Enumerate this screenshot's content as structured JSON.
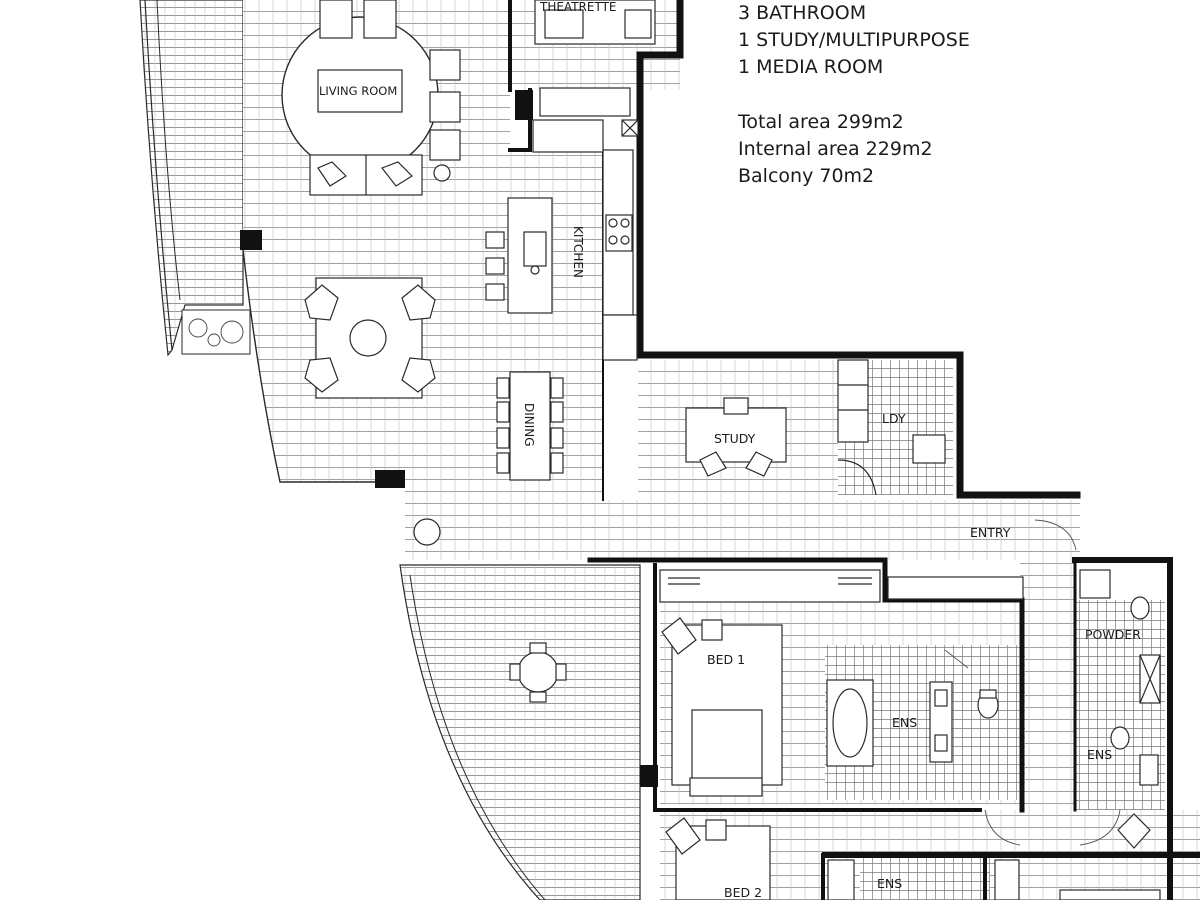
{
  "summary": {
    "bathrooms": "3 BATHROOM",
    "study": "1 STUDY/MULTIPURPOSE",
    "media": "1 MEDIA ROOM",
    "total_area": "Total area 299m2",
    "internal_area": "Internal area 229m2",
    "balcony_area": "Balcony 70m2"
  },
  "rooms": {
    "theatrette": "THEATRETTE",
    "living_room": "LIVING ROOM",
    "kitchen": "KITCHEN",
    "dining": "DINING",
    "study": "STUDY",
    "laundry": "LDY",
    "entry": "ENTRY",
    "powder": "POWDER",
    "bed1": "BED 1",
    "ensuite1": "ENS",
    "ensuite2": "ENS",
    "ensuite3": "ENS",
    "bed2": "BED 2"
  },
  "colors": {
    "wall": "#111111",
    "line": "#2a2a2a",
    "hatch": "#777777",
    "background": "#ffffff"
  }
}
